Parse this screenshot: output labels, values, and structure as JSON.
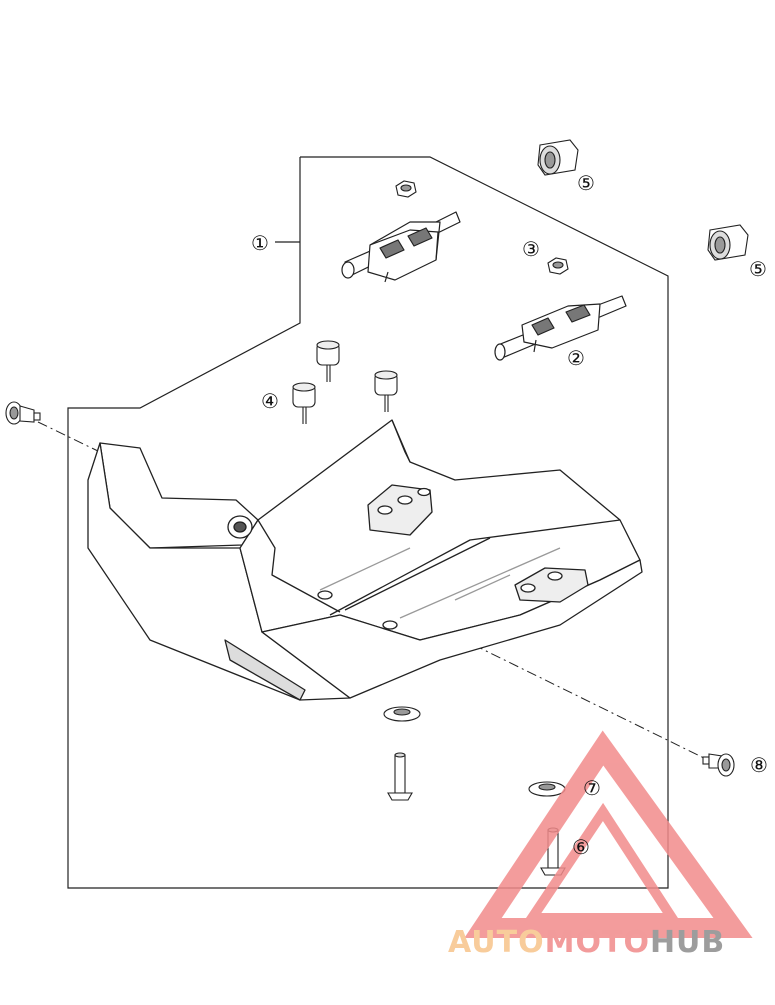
{
  "callouts": [
    {
      "id": "1",
      "label": "①"
    },
    {
      "id": "2",
      "label": "②"
    },
    {
      "id": "3",
      "label": "③"
    },
    {
      "id": "4",
      "label": "④"
    },
    {
      "id": "5a",
      "label": "⑤"
    },
    {
      "id": "5b",
      "label": "⑤"
    },
    {
      "id": "6",
      "label": "⑥"
    },
    {
      "id": "7",
      "label": "⑦"
    },
    {
      "id": "8",
      "label": "⑧"
    }
  ],
  "watermark": {
    "part1": "AUTO",
    "part2": "MOTO",
    "part3": "HUB",
    "color1": "#f7c48a",
    "color2": "#f08a8a",
    "color3": "#8c8c8c",
    "triangle_color": "#f28b8b"
  },
  "colors": {
    "line": "#222222",
    "fill": "#ffffff",
    "shade": "#9a9a9a",
    "dark": "#555555"
  }
}
